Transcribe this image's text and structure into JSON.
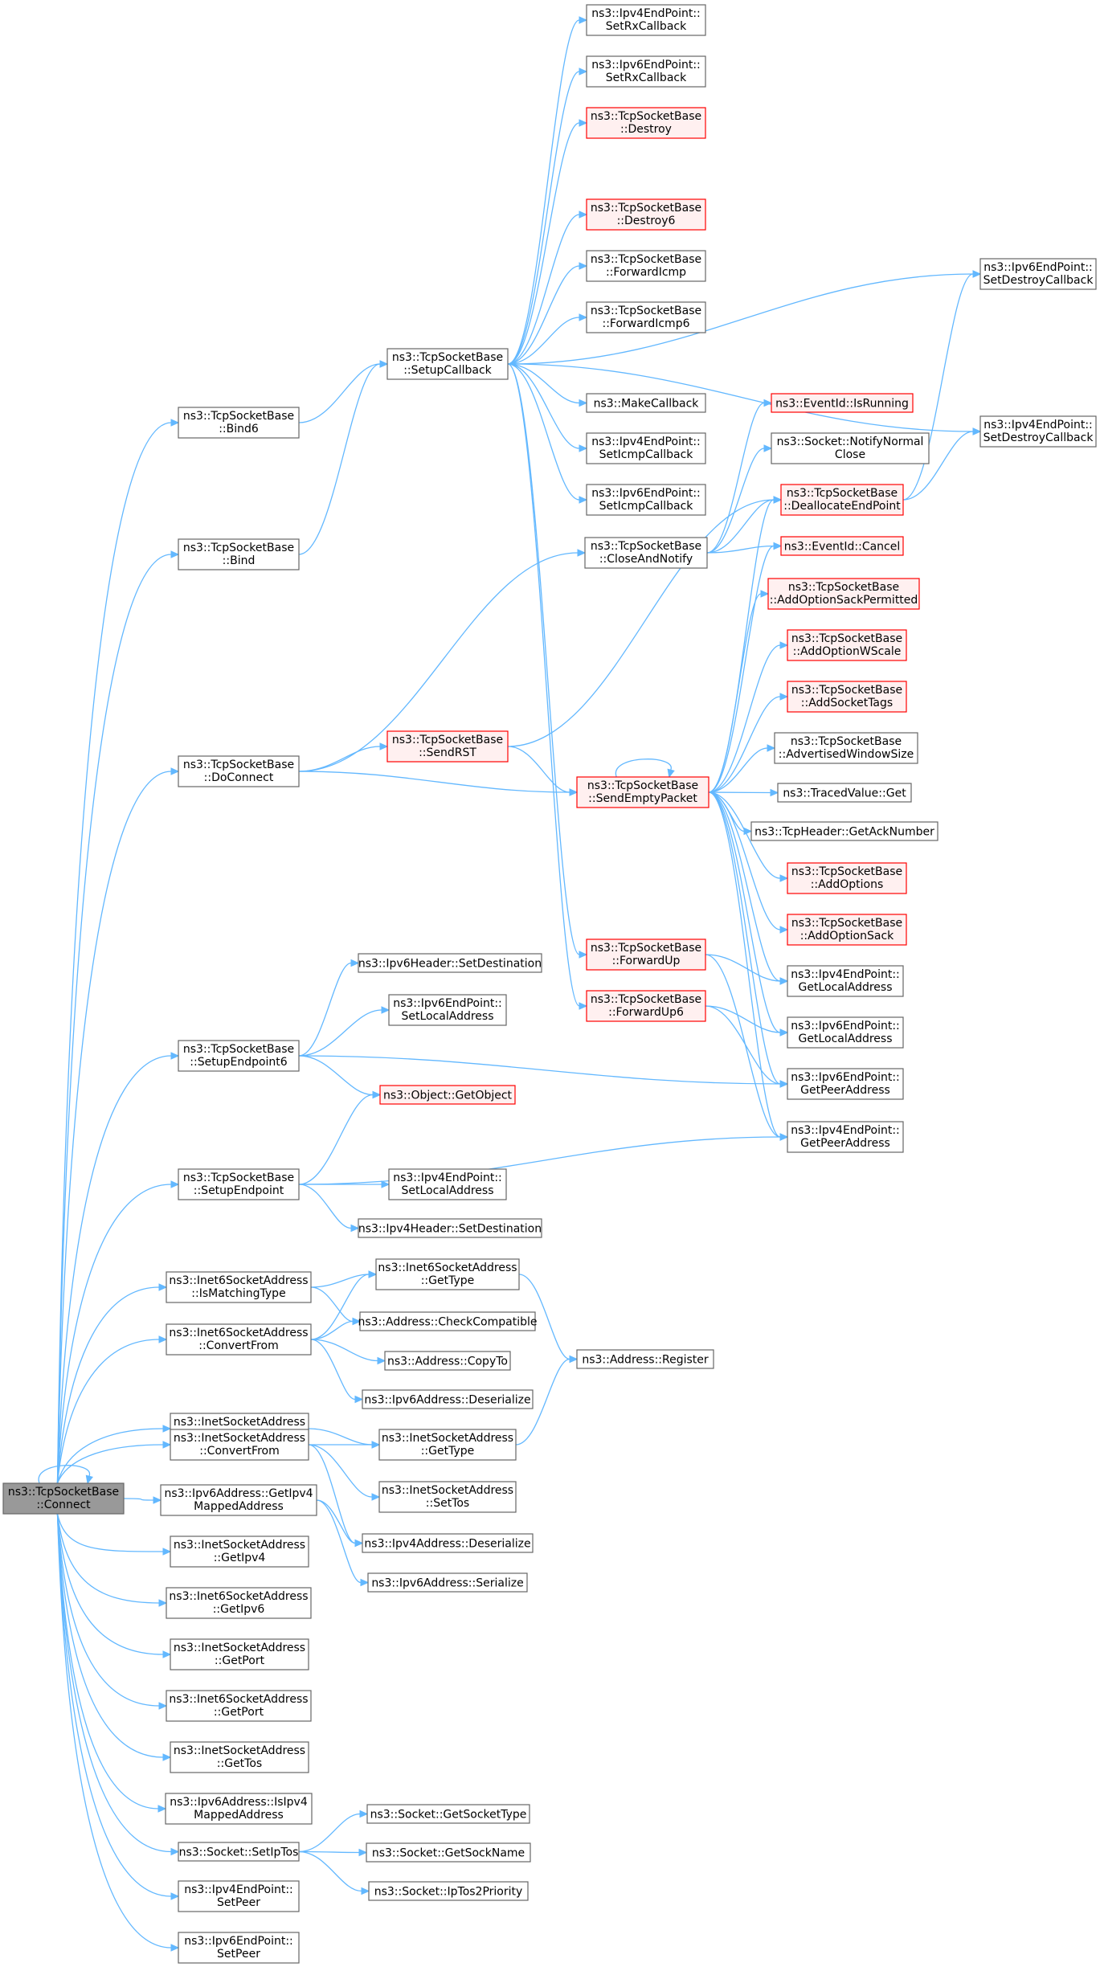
{
  "colors": {
    "edge": "#63b8ff",
    "node_border": "#666666",
    "node_fill": "#ffffff",
    "red_border": "#ff0000",
    "red_fill": "#fff0f0",
    "root_fill": "#999999"
  },
  "nodes": [
    {
      "id": "connect",
      "lines": [
        "ns3::TcpSocketBase",
        "::Connect"
      ],
      "style": "root"
    },
    {
      "id": "bind6",
      "lines": [
        "ns3::TcpSocketBase",
        "::Bind6"
      ],
      "style": "plain"
    },
    {
      "id": "bind",
      "lines": [
        "ns3::TcpSocketBase",
        "::Bind"
      ],
      "style": "plain"
    },
    {
      "id": "doconnect",
      "lines": [
        "ns3::TcpSocketBase",
        "::DoConnect"
      ],
      "style": "plain"
    },
    {
      "id": "setupendpoint6",
      "lines": [
        "ns3::TcpSocketBase",
        "::SetupEndpoint6"
      ],
      "style": "plain"
    },
    {
      "id": "setupendpoint",
      "lines": [
        "ns3::TcpSocketBase",
        "::SetupEndpoint"
      ],
      "style": "plain"
    },
    {
      "id": "i6ismatching",
      "lines": [
        "ns3::Inet6SocketAddress",
        "::IsMatchingType"
      ],
      "style": "plain"
    },
    {
      "id": "i6convert",
      "lines": [
        "ns3::Inet6SocketAddress",
        "::ConvertFrom"
      ],
      "style": "plain"
    },
    {
      "id": "i4ismatching",
      "lines": [
        "ns3::InetSocketAddress",
        "::IsMatchingType"
      ],
      "style": "plain"
    },
    {
      "id": "i4convert",
      "lines": [
        "ns3::InetSocketAddress",
        "::ConvertFrom"
      ],
      "style": "plain"
    },
    {
      "id": "getipv4mapped",
      "lines": [
        "ns3::Ipv6Address::GetIpv4",
        "MappedAddress"
      ],
      "style": "plain"
    },
    {
      "id": "i4getipv4",
      "lines": [
        "ns3::InetSocketAddress",
        "::GetIpv4"
      ],
      "style": "plain"
    },
    {
      "id": "i6getipv6",
      "lines": [
        "ns3::Inet6SocketAddress",
        "::GetIpv6"
      ],
      "style": "plain"
    },
    {
      "id": "i4getport",
      "lines": [
        "ns3::InetSocketAddress",
        "::GetPort"
      ],
      "style": "plain"
    },
    {
      "id": "i6getport",
      "lines": [
        "ns3::Inet6SocketAddress",
        "::GetPort"
      ],
      "style": "plain"
    },
    {
      "id": "i4gettos",
      "lines": [
        "ns3::InetSocketAddress",
        "::GetTos"
      ],
      "style": "plain"
    },
    {
      "id": "isipv4mapped",
      "lines": [
        "ns3::Ipv6Address::IsIpv4",
        "MappedAddress"
      ],
      "style": "plain"
    },
    {
      "id": "setiptos",
      "lines": [
        "ns3::Socket::SetIpTos"
      ],
      "style": "plain"
    },
    {
      "id": "ep4setpeer",
      "lines": [
        "ns3::Ipv4EndPoint::",
        "SetPeer"
      ],
      "style": "plain"
    },
    {
      "id": "ep6setpeer",
      "lines": [
        "ns3::Ipv6EndPoint::",
        "SetPeer"
      ],
      "style": "plain"
    },
    {
      "id": "setupcallback",
      "lines": [
        "ns3::TcpSocketBase",
        "::SetupCallback"
      ],
      "style": "plain"
    },
    {
      "id": "sendrst",
      "lines": [
        "ns3::TcpSocketBase",
        "::SendRST"
      ],
      "style": "red"
    },
    {
      "id": "ip6hdrsetdest",
      "lines": [
        "ns3::Ipv6Header::SetDestination"
      ],
      "style": "plain"
    },
    {
      "id": "ep6setlocal",
      "lines": [
        "ns3::Ipv6EndPoint::",
        "SetLocalAddress"
      ],
      "style": "plain"
    },
    {
      "id": "getobject",
      "lines": [
        "ns3::Object::GetObject"
      ],
      "style": "red"
    },
    {
      "id": "ep4setlocal",
      "lines": [
        "ns3::Ipv4EndPoint::",
        "SetLocalAddress"
      ],
      "style": "plain"
    },
    {
      "id": "ip4hdrsetdest",
      "lines": [
        "ns3::Ipv4Header::SetDestination"
      ],
      "style": "plain"
    },
    {
      "id": "i6gettype",
      "lines": [
        "ns3::Inet6SocketAddress",
        "::GetType"
      ],
      "style": "plain"
    },
    {
      "id": "checkcompat",
      "lines": [
        "ns3::Address::CheckCompatible"
      ],
      "style": "plain"
    },
    {
      "id": "copyto",
      "lines": [
        "ns3::Address::CopyTo"
      ],
      "style": "plain"
    },
    {
      "id": "ip6deser",
      "lines": [
        "ns3::Ipv6Address::Deserialize"
      ],
      "style": "plain"
    },
    {
      "id": "i4gettype",
      "lines": [
        "ns3::InetSocketAddress",
        "::GetType"
      ],
      "style": "plain"
    },
    {
      "id": "i4settos",
      "lines": [
        "ns3::InetSocketAddress",
        "::SetTos"
      ],
      "style": "plain"
    },
    {
      "id": "ip4deser",
      "lines": [
        "ns3::Ipv4Address::Deserialize"
      ],
      "style": "plain"
    },
    {
      "id": "ip6ser",
      "lines": [
        "ns3::Ipv6Address::Serialize"
      ],
      "style": "plain"
    },
    {
      "id": "getsockettype",
      "lines": [
        "ns3::Socket::GetSocketType"
      ],
      "style": "plain"
    },
    {
      "id": "getsockname",
      "lines": [
        "ns3::Socket::GetSockName"
      ],
      "style": "plain"
    },
    {
      "id": "iptos2prio",
      "lines": [
        "ns3::Socket::IpTos2Priority"
      ],
      "style": "plain"
    },
    {
      "id": "ep4setrx",
      "lines": [
        "ns3::Ipv4EndPoint::",
        "SetRxCallback"
      ],
      "style": "plain"
    },
    {
      "id": "ep6setrx",
      "lines": [
        "ns3::Ipv6EndPoint::",
        "SetRxCallback"
      ],
      "style": "plain"
    },
    {
      "id": "destroy",
      "lines": [
        "ns3::TcpSocketBase",
        "::Destroy"
      ],
      "style": "red"
    },
    {
      "id": "destroy6",
      "lines": [
        "ns3::TcpSocketBase",
        "::Destroy6"
      ],
      "style": "red"
    },
    {
      "id": "fwdicmp",
      "lines": [
        "ns3::TcpSocketBase",
        "::ForwardIcmp"
      ],
      "style": "plain"
    },
    {
      "id": "fwdicmp6",
      "lines": [
        "ns3::TcpSocketBase",
        "::ForwardIcmp6"
      ],
      "style": "plain"
    },
    {
      "id": "makecallback",
      "lines": [
        "ns3::MakeCallback"
      ],
      "style": "plain"
    },
    {
      "id": "ep4seticmp",
      "lines": [
        "ns3::Ipv4EndPoint::",
        "SetIcmpCallback"
      ],
      "style": "plain"
    },
    {
      "id": "ep6seticmp",
      "lines": [
        "ns3::Ipv6EndPoint::",
        "SetIcmpCallback"
      ],
      "style": "plain"
    },
    {
      "id": "closenotify",
      "lines": [
        "ns3::TcpSocketBase",
        "::CloseAndNotify"
      ],
      "style": "plain"
    },
    {
      "id": "sendempty",
      "lines": [
        "ns3::TcpSocketBase",
        "::SendEmptyPacket"
      ],
      "style": "red"
    },
    {
      "id": "fwdup",
      "lines": [
        "ns3::TcpSocketBase",
        "::ForwardUp"
      ],
      "style": "red"
    },
    {
      "id": "fwdup6",
      "lines": [
        "ns3::TcpSocketBase",
        "::ForwardUp6"
      ],
      "style": "red"
    },
    {
      "id": "addrregister",
      "lines": [
        "ns3::Address::Register"
      ],
      "style": "plain"
    },
    {
      "id": "isrunning",
      "lines": [
        "ns3::EventId::IsRunning"
      ],
      "style": "red"
    },
    {
      "id": "notifyclose",
      "lines": [
        "ns3::Socket::NotifyNormal",
        "Close"
      ],
      "style": "plain"
    },
    {
      "id": "deallocate",
      "lines": [
        "ns3::TcpSocketBase",
        "::DeallocateEndPoint"
      ],
      "style": "red"
    },
    {
      "id": "cancel",
      "lines": [
        "ns3::EventId::Cancel"
      ],
      "style": "red"
    },
    {
      "id": "addsackperm",
      "lines": [
        "ns3::TcpSocketBase",
        "::AddOptionSackPermitted"
      ],
      "style": "red"
    },
    {
      "id": "addwscale",
      "lines": [
        "ns3::TcpSocketBase",
        "::AddOptionWScale"
      ],
      "style": "red"
    },
    {
      "id": "addtags",
      "lines": [
        "ns3::TcpSocketBase",
        "::AddSocketTags"
      ],
      "style": "red"
    },
    {
      "id": "advwin",
      "lines": [
        "ns3::TcpSocketBase",
        "::AdvertisedWindowSize"
      ],
      "style": "plain"
    },
    {
      "id": "tracedget",
      "lines": [
        "ns3::TracedValue::Get"
      ],
      "style": "plain"
    },
    {
      "id": "getacknum",
      "lines": [
        "ns3::TcpHeader::GetAckNumber"
      ],
      "style": "plain"
    },
    {
      "id": "addoptions",
      "lines": [
        "ns3::TcpSocketBase",
        "::AddOptions"
      ],
      "style": "red"
    },
    {
      "id": "addsack",
      "lines": [
        "ns3::TcpSocketBase",
        "::AddOptionSack"
      ],
      "style": "red"
    },
    {
      "id": "ep4getlocal",
      "lines": [
        "ns3::Ipv4EndPoint::",
        "GetLocalAddress"
      ],
      "style": "plain"
    },
    {
      "id": "ep6getlocal",
      "lines": [
        "ns3::Ipv6EndPoint::",
        "GetLocalAddress"
      ],
      "style": "plain"
    },
    {
      "id": "ep6getpeer",
      "lines": [
        "ns3::Ipv6EndPoint::",
        "GetPeerAddress"
      ],
      "style": "plain"
    },
    {
      "id": "ep4getpeer",
      "lines": [
        "ns3::Ipv4EndPoint::",
        "GetPeerAddress"
      ],
      "style": "plain"
    },
    {
      "id": "ep6setdestroy",
      "lines": [
        "ns3::Ipv6EndPoint::",
        "SetDestroyCallback"
      ],
      "style": "plain"
    },
    {
      "id": "ep4setdestroy",
      "lines": [
        "ns3::Ipv4EndPoint::",
        "SetDestroyCallback"
      ],
      "style": "plain"
    }
  ],
  "edges": [
    [
      "connect",
      "connect"
    ],
    [
      "connect",
      "bind6"
    ],
    [
      "connect",
      "bind"
    ],
    [
      "connect",
      "doconnect"
    ],
    [
      "connect",
      "setupendpoint6"
    ],
    [
      "connect",
      "setupendpoint"
    ],
    [
      "connect",
      "i6ismatching"
    ],
    [
      "connect",
      "i6convert"
    ],
    [
      "connect",
      "i4ismatching"
    ],
    [
      "connect",
      "i4convert"
    ],
    [
      "connect",
      "getipv4mapped"
    ],
    [
      "connect",
      "i4getipv4"
    ],
    [
      "connect",
      "i6getipv6"
    ],
    [
      "connect",
      "i4getport"
    ],
    [
      "connect",
      "i6getport"
    ],
    [
      "connect",
      "i4gettos"
    ],
    [
      "connect",
      "isipv4mapped"
    ],
    [
      "connect",
      "setiptos"
    ],
    [
      "connect",
      "ep4setpeer"
    ],
    [
      "connect",
      "ep6setpeer"
    ],
    [
      "bind6",
      "setupcallback"
    ],
    [
      "bind",
      "setupcallback"
    ],
    [
      "doconnect",
      "closenotify"
    ],
    [
      "doconnect",
      "sendrst"
    ],
    [
      "doconnect",
      "sendempty"
    ],
    [
      "setupendpoint6",
      "ip6hdrsetdest"
    ],
    [
      "setupendpoint6",
      "ep6setlocal"
    ],
    [
      "setupendpoint6",
      "getobject"
    ],
    [
      "setupendpoint6",
      "ep6getpeer"
    ],
    [
      "setupendpoint",
      "getobject"
    ],
    [
      "setupendpoint",
      "ep4getpeer"
    ],
    [
      "setupendpoint",
      "ep4setlocal"
    ],
    [
      "setupendpoint",
      "ip4hdrsetdest"
    ],
    [
      "i6ismatching",
      "i6gettype"
    ],
    [
      "i6ismatching",
      "checkcompat"
    ],
    [
      "i6convert",
      "i6gettype"
    ],
    [
      "i6convert",
      "checkcompat"
    ],
    [
      "i6convert",
      "copyto"
    ],
    [
      "i6convert",
      "ip6deser"
    ],
    [
      "i4ismatching",
      "i4gettype"
    ],
    [
      "i4convert",
      "i4gettype"
    ],
    [
      "i4convert",
      "i4settos"
    ],
    [
      "i4convert",
      "ip4deser"
    ],
    [
      "getipv4mapped",
      "ip4deser"
    ],
    [
      "getipv4mapped",
      "ip6ser"
    ],
    [
      "setiptos",
      "getsockettype"
    ],
    [
      "setiptos",
      "getsockname"
    ],
    [
      "setiptos",
      "iptos2prio"
    ],
    [
      "i6gettype",
      "addrregister"
    ],
    [
      "i4gettype",
      "addrregister"
    ],
    [
      "setupcallback",
      "ep4setrx"
    ],
    [
      "setupcallback",
      "ep6setrx"
    ],
    [
      "setupcallback",
      "destroy"
    ],
    [
      "setupcallback",
      "ep6setdestroy"
    ],
    [
      "setupcallback",
      "destroy6"
    ],
    [
      "setupcallback",
      "fwdicmp"
    ],
    [
      "setupcallback",
      "fwdicmp6"
    ],
    [
      "setupcallback",
      "ep4setdestroy"
    ],
    [
      "setupcallback",
      "makecallback"
    ],
    [
      "setupcallback",
      "ep4seticmp"
    ],
    [
      "setupcallback",
      "ep6seticmp"
    ],
    [
      "setupcallback",
      "fwdup"
    ],
    [
      "setupcallback",
      "fwdup6"
    ],
    [
      "sendrst",
      "sendempty"
    ],
    [
      "sendrst",
      "deallocate"
    ],
    [
      "closenotify",
      "isrunning"
    ],
    [
      "closenotify",
      "notifyclose"
    ],
    [
      "closenotify",
      "deallocate"
    ],
    [
      "closenotify",
      "cancel"
    ],
    [
      "sendempty",
      "sendempty"
    ],
    [
      "sendempty",
      "deallocate"
    ],
    [
      "sendempty",
      "cancel"
    ],
    [
      "sendempty",
      "addsackperm"
    ],
    [
      "sendempty",
      "addwscale"
    ],
    [
      "sendempty",
      "addtags"
    ],
    [
      "sendempty",
      "advwin"
    ],
    [
      "sendempty",
      "tracedget"
    ],
    [
      "sendempty",
      "getacknum"
    ],
    [
      "sendempty",
      "addoptions"
    ],
    [
      "sendempty",
      "addsack"
    ],
    [
      "sendempty",
      "ep4getlocal"
    ],
    [
      "sendempty",
      "ep6getlocal"
    ],
    [
      "sendempty",
      "ep6getpeer"
    ],
    [
      "sendempty",
      "ep4getpeer"
    ],
    [
      "fwdup",
      "ep4getlocal"
    ],
    [
      "fwdup",
      "ep4getpeer"
    ],
    [
      "fwdup6",
      "ep6getlocal"
    ],
    [
      "fwdup6",
      "ep6getpeer"
    ],
    [
      "deallocate",
      "ep6setdestroy"
    ],
    [
      "deallocate",
      "ep4setdestroy"
    ]
  ]
}
